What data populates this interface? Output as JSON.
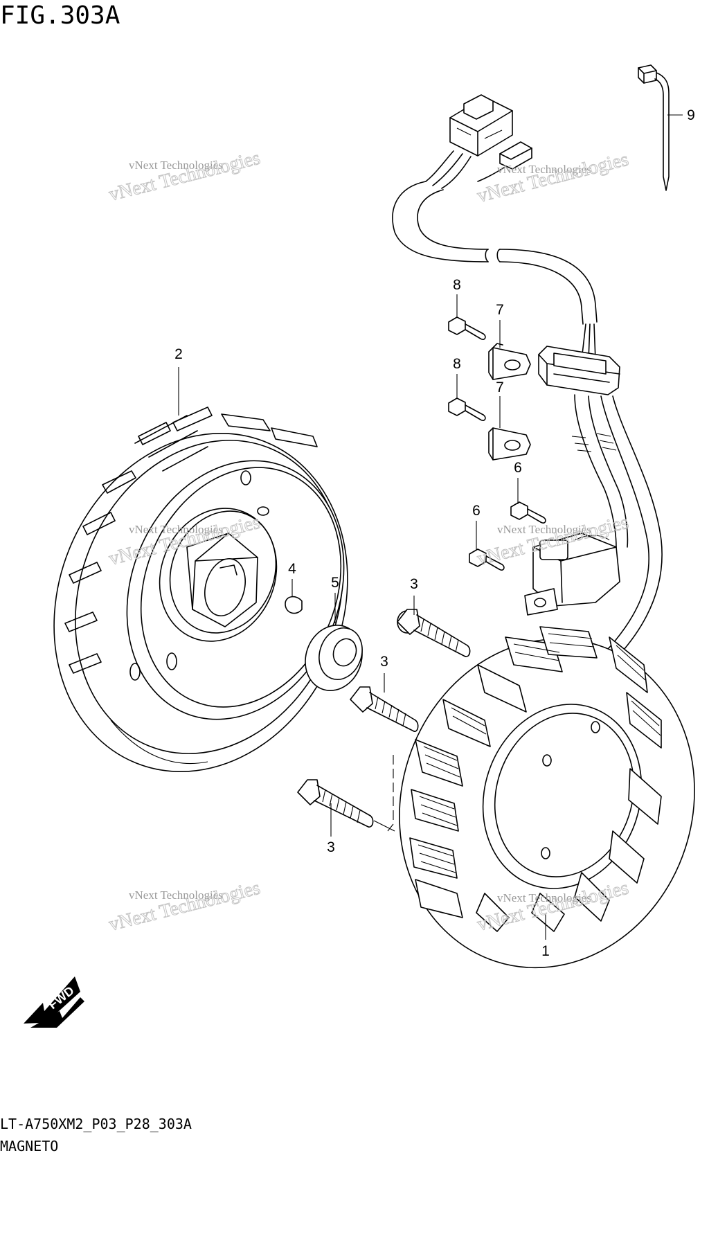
{
  "figure": {
    "title": "FIG.303A",
    "code": "LT-A750XM2_P03_P28_303A",
    "name": "MAGNETO"
  },
  "callouts": [
    {
      "id": "c1",
      "label": "1"
    },
    {
      "id": "c2",
      "label": "2"
    },
    {
      "id": "c3a",
      "label": "3"
    },
    {
      "id": "c3b",
      "label": "3"
    },
    {
      "id": "c3c",
      "label": "3"
    },
    {
      "id": "c4",
      "label": "4"
    },
    {
      "id": "c5",
      "label": "5"
    },
    {
      "id": "c6a",
      "label": "6"
    },
    {
      "id": "c6b",
      "label": "6"
    },
    {
      "id": "c7a",
      "label": "7"
    },
    {
      "id": "c7b",
      "label": "7"
    },
    {
      "id": "c8a",
      "label": "8"
    },
    {
      "id": "c8b",
      "label": "8"
    },
    {
      "id": "c9",
      "label": "9"
    }
  ],
  "fwd_label": "FWD",
  "watermark": {
    "line1": "vNext Technologies",
    "line2": "vNext Technologies"
  }
}
